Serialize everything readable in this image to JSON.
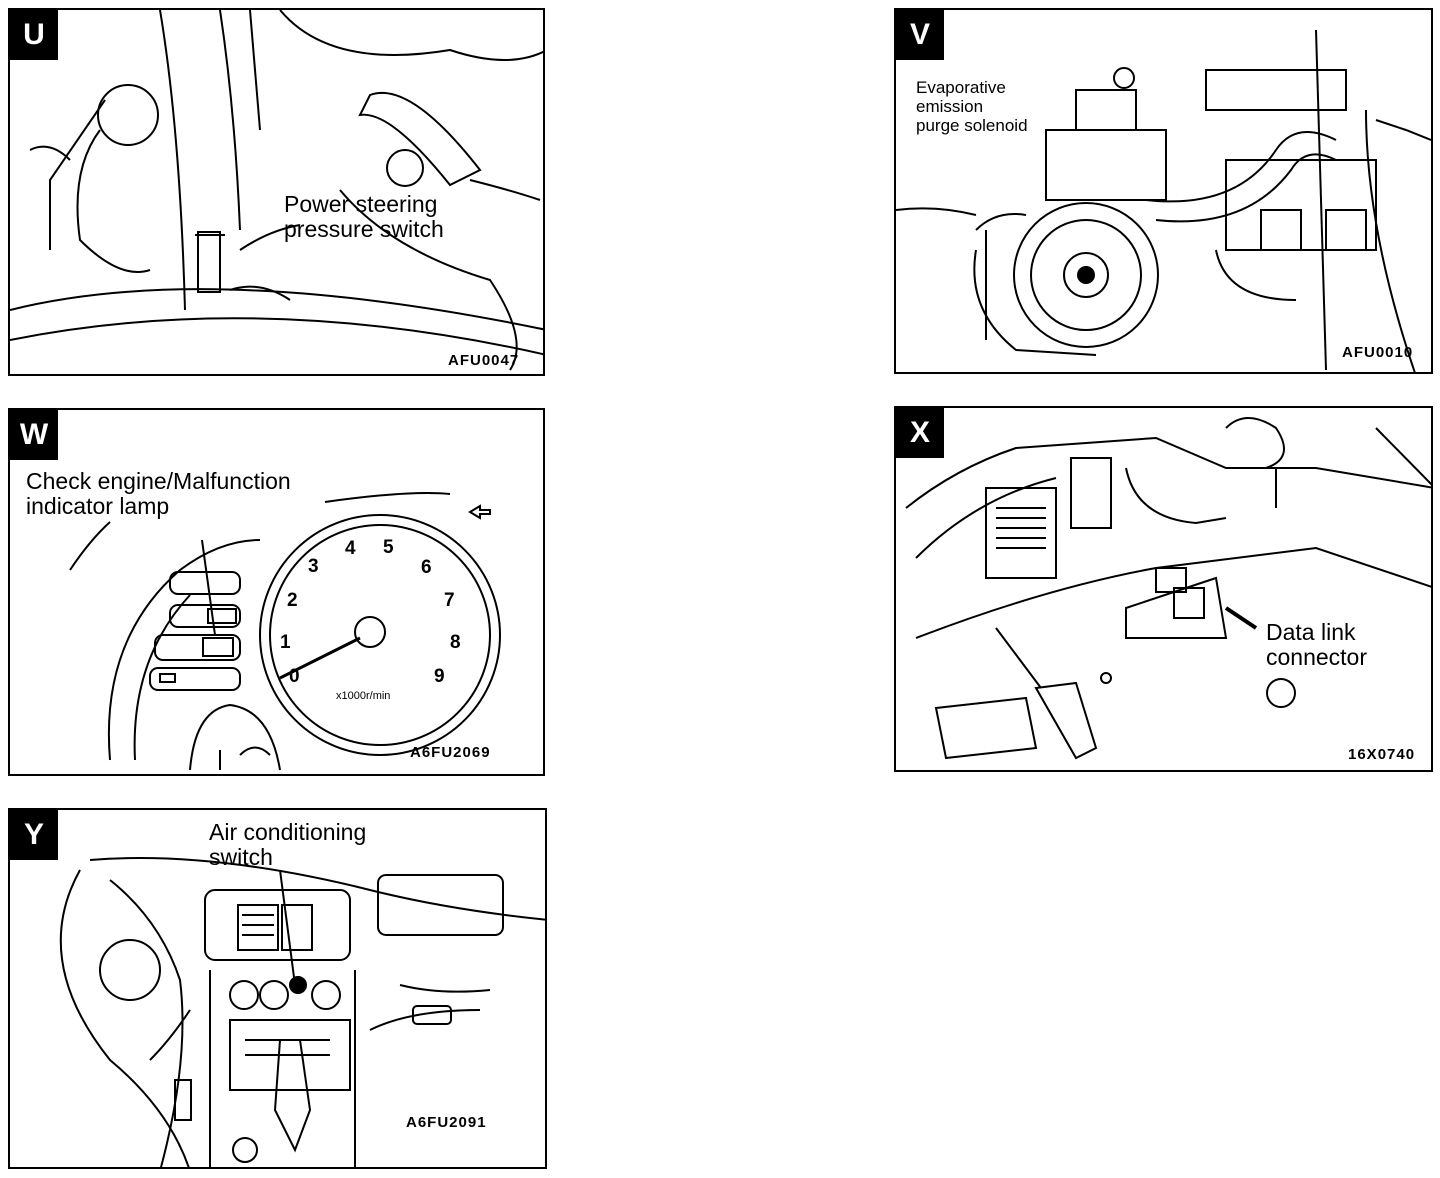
{
  "panels": {
    "u": {
      "tag": "U",
      "label": "Power  steering\npressure switch",
      "code": "AFU0047"
    },
    "v": {
      "tag": "V",
      "label": "Evaporative\nemission\npurge solenoid",
      "code": "AFU0010"
    },
    "w": {
      "tag": "W",
      "label": "Check engine/Malfunction\nindicator lamp",
      "code": "A6FU2069",
      "dial_numbers": [
        "0",
        "1",
        "2",
        "3",
        "4",
        "5",
        "6",
        "7",
        "8",
        "9"
      ],
      "dial_unit": "x1000r/min"
    },
    "x": {
      "tag": "X",
      "label": "Data   link\nconnector",
      "code": "16X0740"
    },
    "y": {
      "tag": "Y",
      "label": "Air conditioning\nswitch",
      "code": "A6FU2091"
    }
  }
}
